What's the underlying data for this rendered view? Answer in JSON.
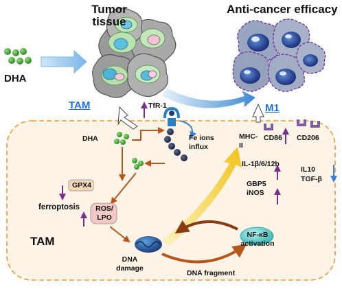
{
  "labels": {
    "dha_outside": "DHA",
    "tumor_tissue": "Tumor tissue",
    "anti_cancer": "Anti-cancer efficacy",
    "tam_top": "TAM",
    "m1": "M1",
    "tfr1": "TfR-1",
    "dha_inside": "DHA",
    "fe_line1": "Fe ions",
    "fe_line2": "influx",
    "gpx4": "GPX4",
    "ferroptosis": "ferroptosis",
    "ros": "ROS/",
    "lpo": "LPO",
    "tam_bottom": "TAM",
    "dna_line1": "DNA",
    "dna_line2": "damage",
    "dna_fragment": "DNA fragment",
    "nfkb_line1": "NF-κB",
    "nfkb_line2": "activation",
    "mhc_line1": "MHC-",
    "mhc_line2": "II",
    "cd86": "CD86",
    "cd206": "CD206",
    "il1b": "IL-1β/6/12b",
    "gbp5": "GBP5",
    "inos": "iNOS",
    "il10": "IL10",
    "tgfb": "TGF-β"
  },
  "colors": {
    "membrane": "#ec9a34",
    "cell_fill": "#fdf3e6",
    "up_arrow": "#7a2f8a",
    "down_arrow": "#3b7fd0",
    "pathway_arrow": "#b5561b",
    "label_blue": "#1f6fd8"
  },
  "icons": [
    "dha-molecule-cluster-icon",
    "tumor-tissue-cells-icon",
    "anti-cancer-cells-icon",
    "tfr1-receptor-icon",
    "fe-ions-icon",
    "dna-damage-icon",
    "nfkb-icon",
    "cd86-receptor-icon",
    "cd206-receptor-icon"
  ]
}
